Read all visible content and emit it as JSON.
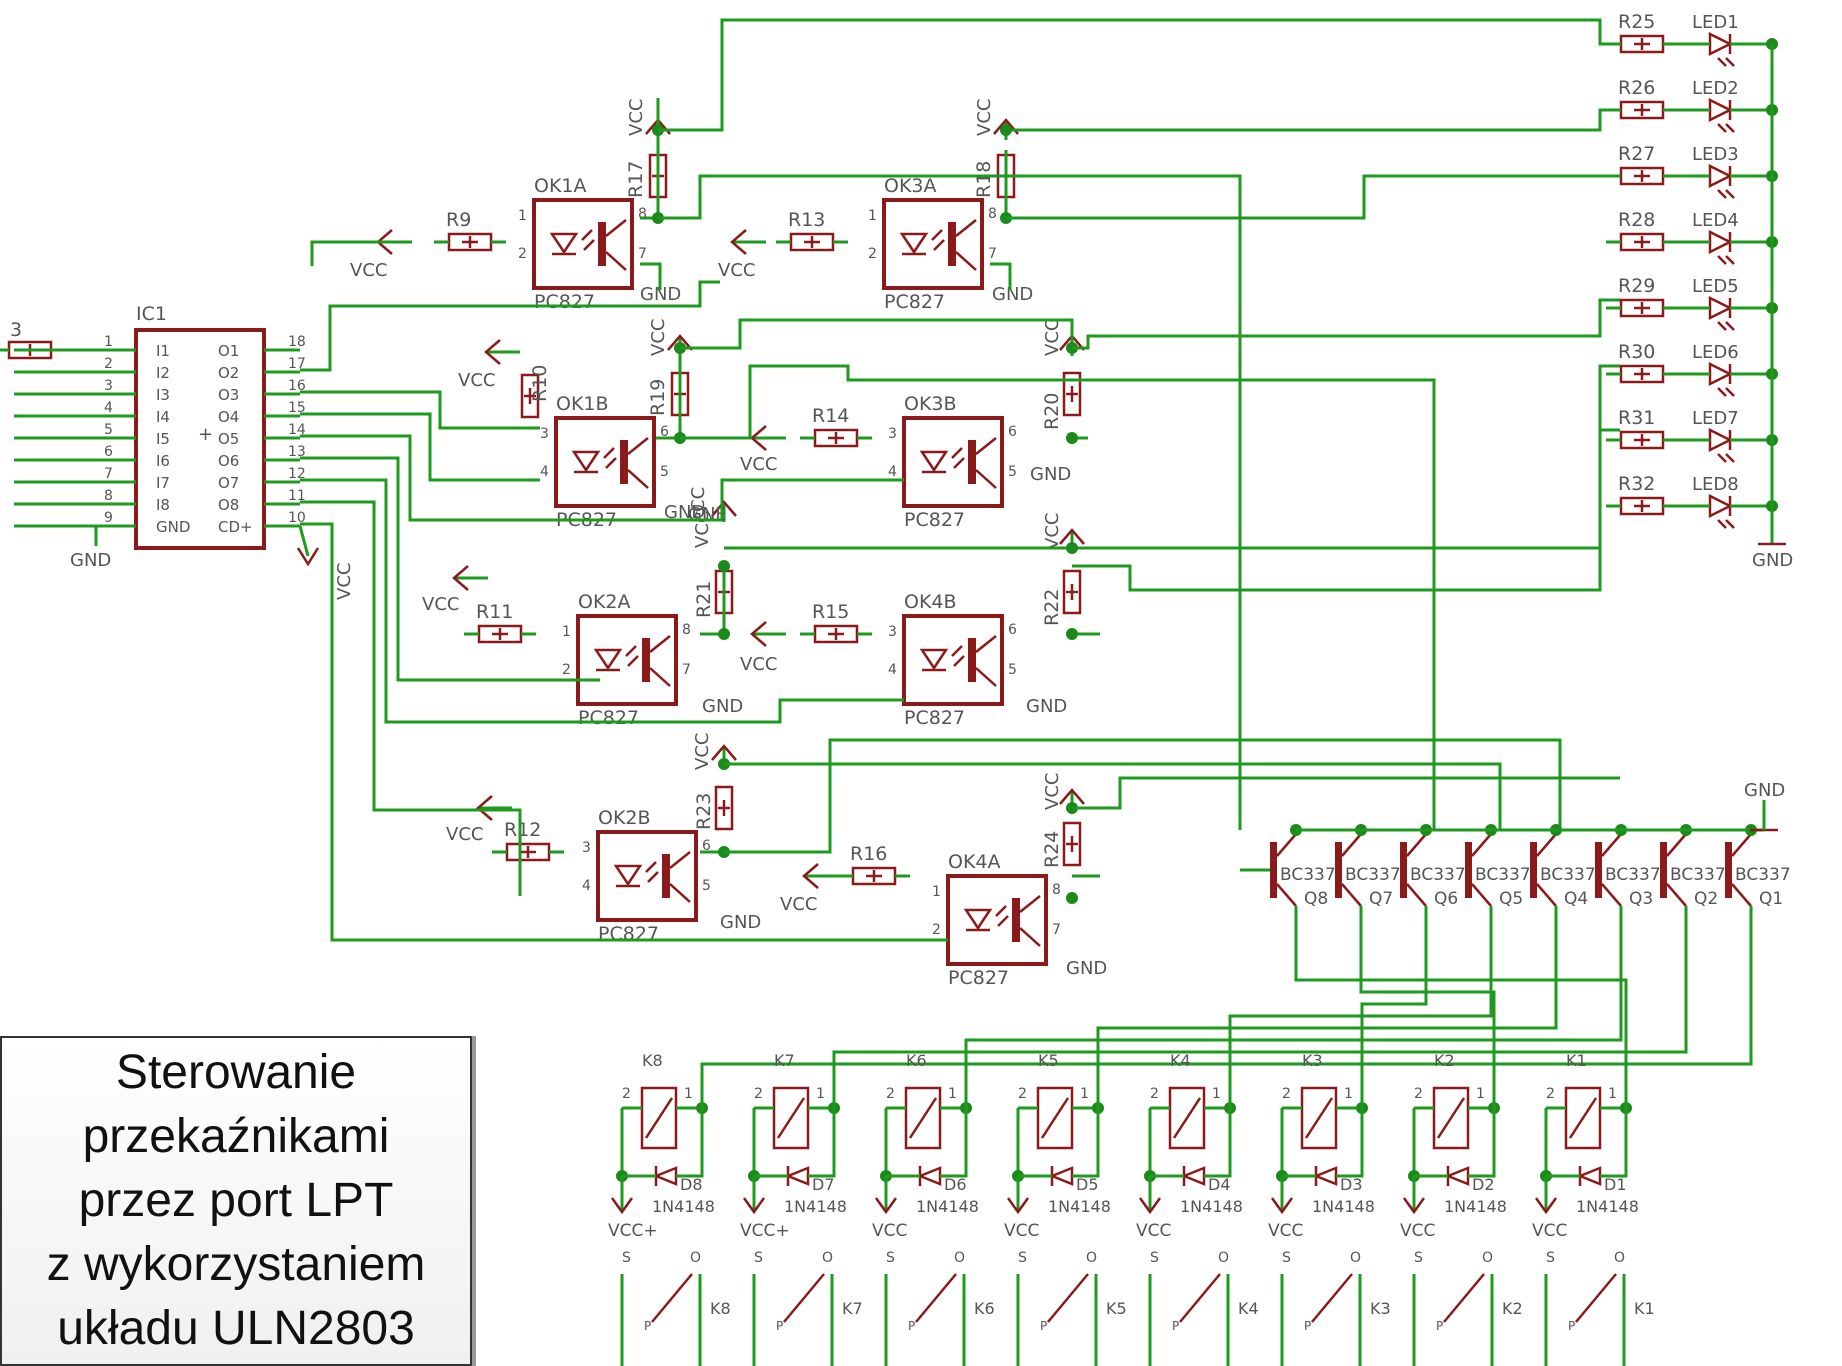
{
  "caption": "Sterowanie\nprzekaźnikami\nprzez port LPT\nz wykorzystaniem\nukładu ULN2803",
  "colors": {
    "wire": "#1f9a1f",
    "component": "#8b1a1a",
    "junction": "#1a8a1a",
    "label": "#555555"
  },
  "ic1": {
    "name": "IC1",
    "in_pins": [
      "1",
      "2",
      "3",
      "4",
      "5",
      "6",
      "7",
      "8",
      "9"
    ],
    "in_names": [
      "I1",
      "I2",
      "I3",
      "I4",
      "I5",
      "I6",
      "I7",
      "I8",
      "GND"
    ],
    "out_pins": [
      "18",
      "17",
      "16",
      "15",
      "14",
      "13",
      "12",
      "11",
      "10"
    ],
    "out_names": [
      "O1",
      "O2",
      "O3",
      "O4",
      "O5",
      "O6",
      "O7",
      "O8",
      "CD+"
    ],
    "frag": "3"
  },
  "optos": [
    {
      "name": "OK1A",
      "type": "PC827",
      "pin_a": "1",
      "pin_b": "2",
      "pin_c": "8",
      "pin_d": "7"
    },
    {
      "name": "OK3A",
      "type": "PC827",
      "pin_a": "1",
      "pin_b": "2",
      "pin_c": "8",
      "pin_d": "7"
    },
    {
      "name": "OK1B",
      "type": "PC827",
      "pin_a": "3",
      "pin_b": "4",
      "pin_c": "6",
      "pin_d": "5"
    },
    {
      "name": "OK3B",
      "type": "PC827",
      "pin_a": "3",
      "pin_b": "4",
      "pin_c": "6",
      "pin_d": "5"
    },
    {
      "name": "OK2A",
      "type": "PC827",
      "pin_a": "1",
      "pin_b": "2",
      "pin_c": "8",
      "pin_d": "7"
    },
    {
      "name": "OK4B",
      "type": "PC827",
      "pin_a": "3",
      "pin_b": "4",
      "pin_c": "6",
      "pin_d": "5"
    },
    {
      "name": "OK2B",
      "type": "PC827",
      "pin_a": "3",
      "pin_b": "4",
      "pin_c": "6",
      "pin_d": "5"
    },
    {
      "name": "OK4A",
      "type": "PC827",
      "pin_a": "1",
      "pin_b": "2",
      "pin_c": "8",
      "pin_d": "7"
    }
  ],
  "input_resistors": [
    "R9",
    "R13",
    "R10",
    "R14",
    "R11",
    "R15",
    "R12",
    "R16"
  ],
  "pullup_resistors": [
    "R17",
    "R18",
    "R19",
    "R20",
    "R21",
    "R22",
    "R23",
    "R24"
  ],
  "led_resistors": [
    "R25",
    "R26",
    "R27",
    "R28",
    "R29",
    "R30",
    "R31",
    "R32"
  ],
  "leds": [
    "LED1",
    "LED2",
    "LED3",
    "LED4",
    "LED5",
    "LED6",
    "LED7",
    "LED8"
  ],
  "transistors": [
    {
      "name": "Q8",
      "type": "BC337"
    },
    {
      "name": "Q7",
      "type": "BC337"
    },
    {
      "name": "Q6",
      "type": "BC337"
    },
    {
      "name": "Q5",
      "type": "BC337"
    },
    {
      "name": "Q4",
      "type": "BC337"
    },
    {
      "name": "Q3",
      "type": "BC337"
    },
    {
      "name": "Q2",
      "type": "BC337"
    },
    {
      "name": "Q1",
      "type": "BC337"
    }
  ],
  "relays": [
    "K8",
    "K7",
    "K6",
    "K5",
    "K4",
    "K3",
    "K2",
    "K1"
  ],
  "diodes": [
    "D8",
    "D7",
    "D6",
    "D5",
    "D4",
    "D3",
    "D2",
    "D1"
  ],
  "diode_type": "1N4148",
  "relay_pin_left": "2",
  "relay_pin_right": "1",
  "contact_left": "S",
  "contact_right": "O",
  "contact_mid": "P",
  "vcc": "VCC",
  "vcc_plus": "VCC+",
  "gnd": "GND",
  "gnd_cut": "GNE",
  "cc": "CC"
}
